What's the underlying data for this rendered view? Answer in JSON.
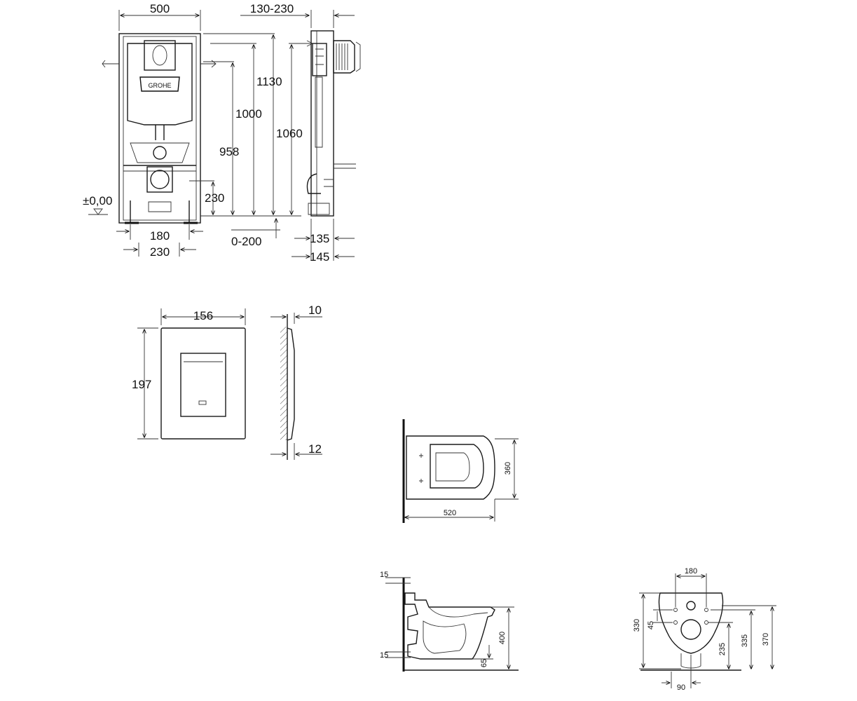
{
  "frame": {
    "width": "500",
    "depth_range": "130-230",
    "height_1130": "1130",
    "height_1000": "1000",
    "height_1060": "1060",
    "height_958": "958",
    "height_230": "230",
    "zero_level": "±0,00",
    "feet_180": "180",
    "feet_230": "230",
    "adjust_range": "0-200",
    "depth_135": "135",
    "depth_145": "145",
    "brand_plate": "GROHE"
  },
  "flush_plate": {
    "width": "156",
    "height": "197",
    "thickness_top": "10",
    "thickness_bottom": "12"
  },
  "bowl_top": {
    "width_360": "360",
    "length_520": "520"
  },
  "bowl_side": {
    "dim_15_top": "15",
    "dim_15_bottom": "15",
    "height_400": "400",
    "height_65": "65"
  },
  "bowl_rear": {
    "spacing_180": "180",
    "height_330": "330",
    "spacing_45": "45",
    "height_235": "235",
    "height_335": "335",
    "height_370": "370",
    "offset_90": "90"
  }
}
